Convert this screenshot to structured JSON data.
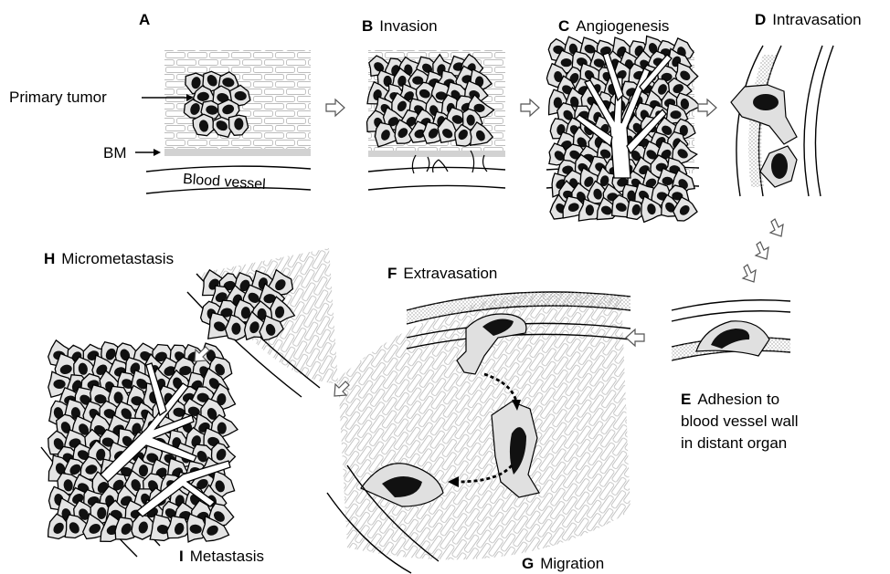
{
  "labels": {
    "A": {
      "letter": "A",
      "text": ""
    },
    "B": {
      "letter": "B",
      "text": "Invasion"
    },
    "C": {
      "letter": "C",
      "text": "Angiogenesis"
    },
    "D": {
      "letter": "D",
      "text": "Intravasation"
    },
    "E": {
      "letter": "E",
      "text": "Adhesion to",
      "line2": "blood vessel wall",
      "line3": "in distant organ"
    },
    "F": {
      "letter": "F",
      "text": "Extravasation"
    },
    "G": {
      "letter": "G",
      "text": "Migration"
    },
    "H": {
      "letter": "H",
      "text": "Micrometastasis"
    },
    "I": {
      "letter": "I",
      "text": "Metastasis"
    }
  },
  "annotations": {
    "primary_tumor": "Primary tumor",
    "bm": "BM",
    "blood_vessel": "Blood vessel"
  },
  "colors": {
    "cell_fill": "#e4e4e4",
    "nucleus": "#111111",
    "tissue_line": "#b8b8b8",
    "membrane": "#cfcfcf",
    "stipple": "#c8c8c8"
  }
}
